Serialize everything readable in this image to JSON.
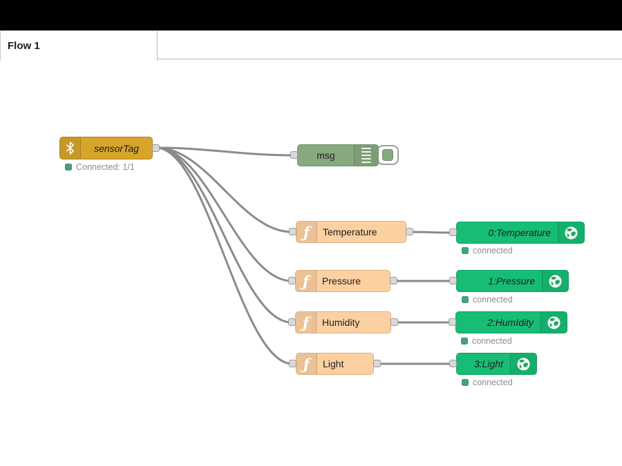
{
  "tabs": [
    {
      "label": "Flow 1"
    }
  ],
  "icons": {
    "sensortag": "bluetooth-icon",
    "debug": "debug-list-icon",
    "debug_toggle": "debug-toggle-button",
    "function_glyph": "ƒ",
    "websocket": "globe-icon"
  },
  "colors": {
    "header": "#000000",
    "sensortag_node": "#d6a52b",
    "debug_node": "#87a980",
    "function_node": "#fdd0a2",
    "websocket_node": "#17bd74",
    "status_dot": "#45a27b",
    "wire": "#8a8a8a"
  },
  "nodes": [
    {
      "type": "sensortag",
      "label": "sensorTag",
      "status": "Connected: 1/1"
    },
    {
      "type": "debug",
      "label": "msg"
    },
    {
      "type": "function",
      "label": "Temperature"
    },
    {
      "type": "function",
      "label": "Pressure"
    },
    {
      "type": "function",
      "label": "Humidity"
    },
    {
      "type": "function",
      "label": "Light"
    },
    {
      "type": "websocket-out",
      "label": "0:Temperature",
      "status": "connected"
    },
    {
      "type": "websocket-out",
      "label": "1:Pressure",
      "status": "connected"
    },
    {
      "type": "websocket-out",
      "label": "2:HumIdity",
      "status": "connected"
    },
    {
      "type": "websocket-out",
      "label": "3:Light",
      "status": "connected"
    }
  ]
}
